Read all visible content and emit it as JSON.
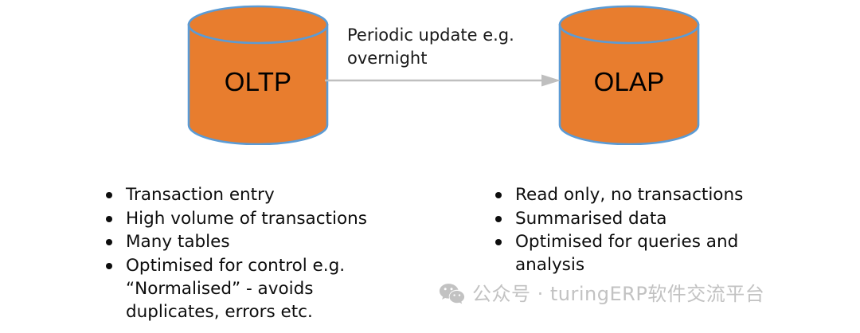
{
  "diagram": {
    "title_left": "OLTP",
    "title_right": "OLAP",
    "arrow_caption": "Periodic update e.g. overnight",
    "colors": {
      "cylinder_fill": "#E87D2E",
      "cylinder_stroke": "#5B9BD5",
      "arrow": "#BFBFBF",
      "text": "#0D0D0D",
      "watermark": "#C2C2C2"
    },
    "left_node": {
      "label": "OLTP",
      "shape": "cylinder",
      "bullets": [
        "Transaction entry",
        "High volume of transactions",
        "Many tables",
        "Optimised for control e.g. “Normalised” - avoids duplicates, errors etc."
      ]
    },
    "right_node": {
      "label": "OLAP",
      "shape": "cylinder",
      "bullets": [
        "Read only, no transactions",
        "Summarised data",
        "Optimised for queries and analysis"
      ]
    },
    "connector": {
      "from": "OLTP",
      "to": "OLAP",
      "label": "Periodic update e.g. overnight",
      "direction": "right"
    }
  },
  "watermark": {
    "icon": "wechat-icon",
    "text": "公众号 · turingERP软件交流平台"
  }
}
